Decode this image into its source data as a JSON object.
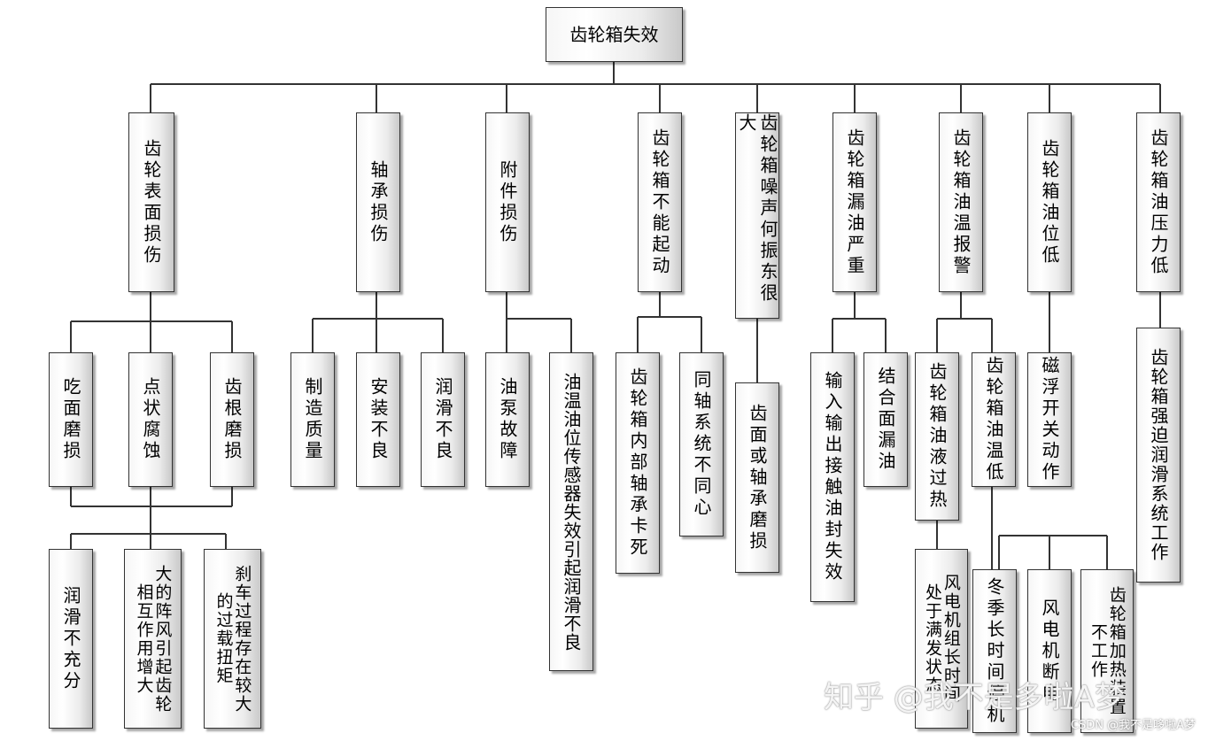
{
  "diagram": {
    "root": "齿轮箱失效",
    "level1": [
      "齿轮表面损伤",
      "轴承损伤",
      "附件损伤",
      "齿轮箱不能起动",
      "齿轮箱噪声何振东很大",
      "齿轮箱漏油严重",
      "齿轮箱油温报警",
      "齿轮箱油位低",
      "齿轮箱油压力低"
    ],
    "level2": [
      "吃面磨损",
      "点状腐蚀",
      "齿根磨损",
      "制造质量",
      "安装不良",
      "润滑不良",
      "油泵故障",
      "油温油位传感器失效引起润滑不良",
      "齿轮箱内部轴承卡死",
      "同轴系统不同心",
      "齿面或轴承磨损",
      "输入输出接触油封失效",
      "结合面漏油",
      "齿轮箱油液过热",
      "齿轮箱油温低",
      "磁浮开关动作",
      "齿轮箱强迫润滑系统工作"
    ],
    "level3": [
      "润滑不充分",
      [
        "大的阵风引起齿轮",
        "相互作用增大"
      ],
      [
        "刹车过程存在较大",
        "的过载扭矩"
      ],
      [
        "风电机组长时间",
        "处于满发状态"
      ],
      "冬季长时间停机",
      "风电机断电",
      [
        "齿轮箱加热装置",
        "不工作"
      ]
    ]
  },
  "watermark": {
    "zhihu": "知乎 @我不是多啦A梦",
    "csdn": "CSDN @我不是哆啦A梦"
  }
}
